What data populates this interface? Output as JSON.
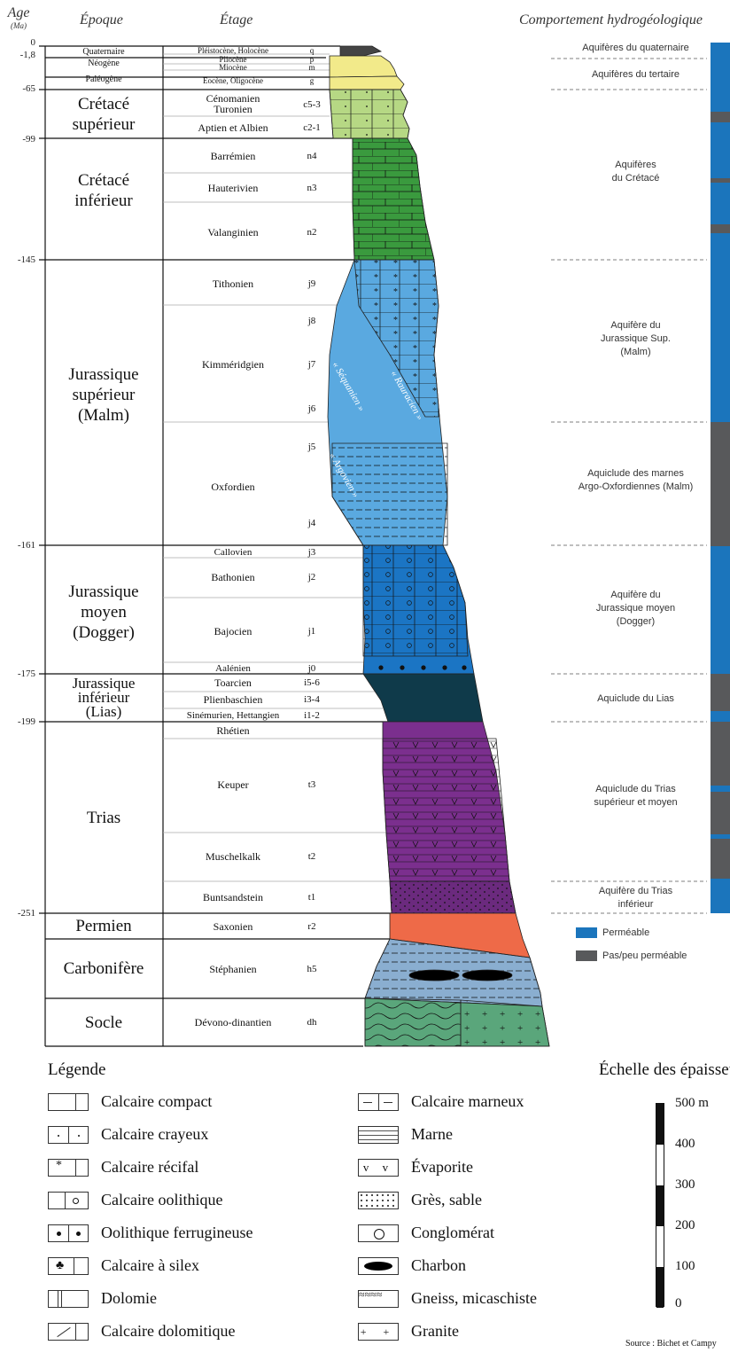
{
  "headers": {
    "age": "Age",
    "age_unit": "(Ma)",
    "epoch": "Époque",
    "stage": "Étage",
    "hydro": "Comportement hydrogéologique"
  },
  "age_ticks": [
    "0",
    "-1,8",
    "-65",
    "-99",
    "-145",
    "-161",
    "-175",
    "-199",
    "-251"
  ],
  "epochs": [
    {
      "label": "Quaternaire"
    },
    {
      "label": "Néogène"
    },
    {
      "label": "Paléogène"
    },
    {
      "label": "Crétacé supérieur"
    },
    {
      "label": "Crétacé inférieur"
    },
    {
      "label": "Jurassique supérieur (Malm)"
    },
    {
      "label": "Jurassique moyen (Dogger)"
    },
    {
      "label": "Jurassique inférieur (Lias)"
    },
    {
      "label": "Trias"
    },
    {
      "label": "Permien"
    },
    {
      "label": "Carbonifère"
    },
    {
      "label": "Socle"
    }
  ],
  "stages": [
    {
      "label": "Pléistocène, Holocène",
      "code": "q"
    },
    {
      "label": "Pliocène",
      "code": "p"
    },
    {
      "label": "Miocène",
      "code": "m"
    },
    {
      "label": "Eocène, Oligocène",
      "code": "g"
    },
    {
      "label": "Cénomanien Turonien",
      "code": "c5-3"
    },
    {
      "label": "Aptien et Albien",
      "code": "c2-1"
    },
    {
      "label": "Barrémien",
      "code": "n4"
    },
    {
      "label": "Hauterivien",
      "code": "n3"
    },
    {
      "label": "Valanginien",
      "code": "n2"
    },
    {
      "label": "Tithonien",
      "code": "j9"
    },
    {
      "label": "Kimméridgien",
      "code": "j8"
    },
    {
      "label": "",
      "code": "j7"
    },
    {
      "label": "",
      "code": "j6"
    },
    {
      "label": "Oxfordien",
      "code": "j5"
    },
    {
      "label": "",
      "code": "j4"
    },
    {
      "label": "Callovien",
      "code": "j3"
    },
    {
      "label": "Bathonien",
      "code": "j2"
    },
    {
      "label": "Bajocien",
      "code": "j1"
    },
    {
      "label": "Aalénien",
      "code": "j0"
    },
    {
      "label": "Toarcien",
      "code": "i5-6"
    },
    {
      "label": "Plienbaschien",
      "code": "i3-4"
    },
    {
      "label": "Sinémurien, Hettangien",
      "code": "i1-2"
    },
    {
      "label": "Rhétien",
      "code": ""
    },
    {
      "label": "Keuper",
      "code": "t3"
    },
    {
      "label": "Muschelkalk",
      "code": "t2"
    },
    {
      "label": "Buntsandstein",
      "code": "t1"
    },
    {
      "label": "Saxonien",
      "code": "r2"
    },
    {
      "label": "Stéphanien",
      "code": "h5"
    },
    {
      "label": "Dévono-dinantien",
      "code": "dh"
    }
  ],
  "column_labels": {
    "sequanien": "« Séquanien »",
    "rauracien": "« Rauracien »",
    "argovien": "« Argovien »"
  },
  "hydro": [
    {
      "label": "Aquifères du quaternaire",
      "permeable": true
    },
    {
      "label": "Aquifères du tertaire",
      "permeable": true
    },
    {
      "label": "Aquifères du Crétacé",
      "permeable": true
    },
    {
      "label": "Aquifère du Jurassique Sup. (Malm)",
      "permeable": true
    },
    {
      "label": "Aquiclude des marnes Argo-Oxfordiennes (Malm)",
      "permeable": false
    },
    {
      "label": "Aquifère du Jurassique moyen (Dogger)",
      "permeable": true
    },
    {
      "label": "Aquiclude du Lias",
      "permeable": false
    },
    {
      "label": "Aquiclude du Trias supérieur et moyen",
      "permeable": false
    },
    {
      "label": "Aquifère du Trias inférieur",
      "permeable": true
    }
  ],
  "hydro_legend": {
    "permeable": "Perméable",
    "impermeable": "Pas/peu perméable"
  },
  "colors": {
    "permeable": "#1b75bc",
    "impermeable": "#58595b",
    "quaternary": "#444444",
    "tertiary": "#f2ea8a",
    "cret_sup": "#b6d884",
    "cret_inf": "#3a9a3e",
    "malm": "#5aa9e0",
    "dogger": "#1b75c4",
    "lias": "#0f3a4a",
    "trias": "#7b2f8e",
    "buntsandstein": "#6b2a7e",
    "permien": "#ee6a48",
    "carbonifere": "#8aaed0",
    "socle": "#5aa67b"
  },
  "legend": {
    "title": "Légende",
    "items_left": [
      "Calcaire compact",
      "Calcaire crayeux",
      "Calcaire récifal",
      "Calcaire oolithique",
      "Oolithique ferrugineuse",
      "Calcaire à silex",
      "Dolomie",
      "Calcaire dolomitique"
    ],
    "items_right": [
      "Calcaire marneux",
      "Marne",
      "Évaporite",
      "Grès, sable",
      "Conglomérat",
      "Charbon",
      "Gneiss, micaschiste",
      "Granite"
    ]
  },
  "scale": {
    "title": "Échelle des épaisseurs",
    "ticks": [
      "500 m",
      "400",
      "300",
      "200",
      "100",
      "0"
    ]
  },
  "source": "Source : Bichet et Campy"
}
